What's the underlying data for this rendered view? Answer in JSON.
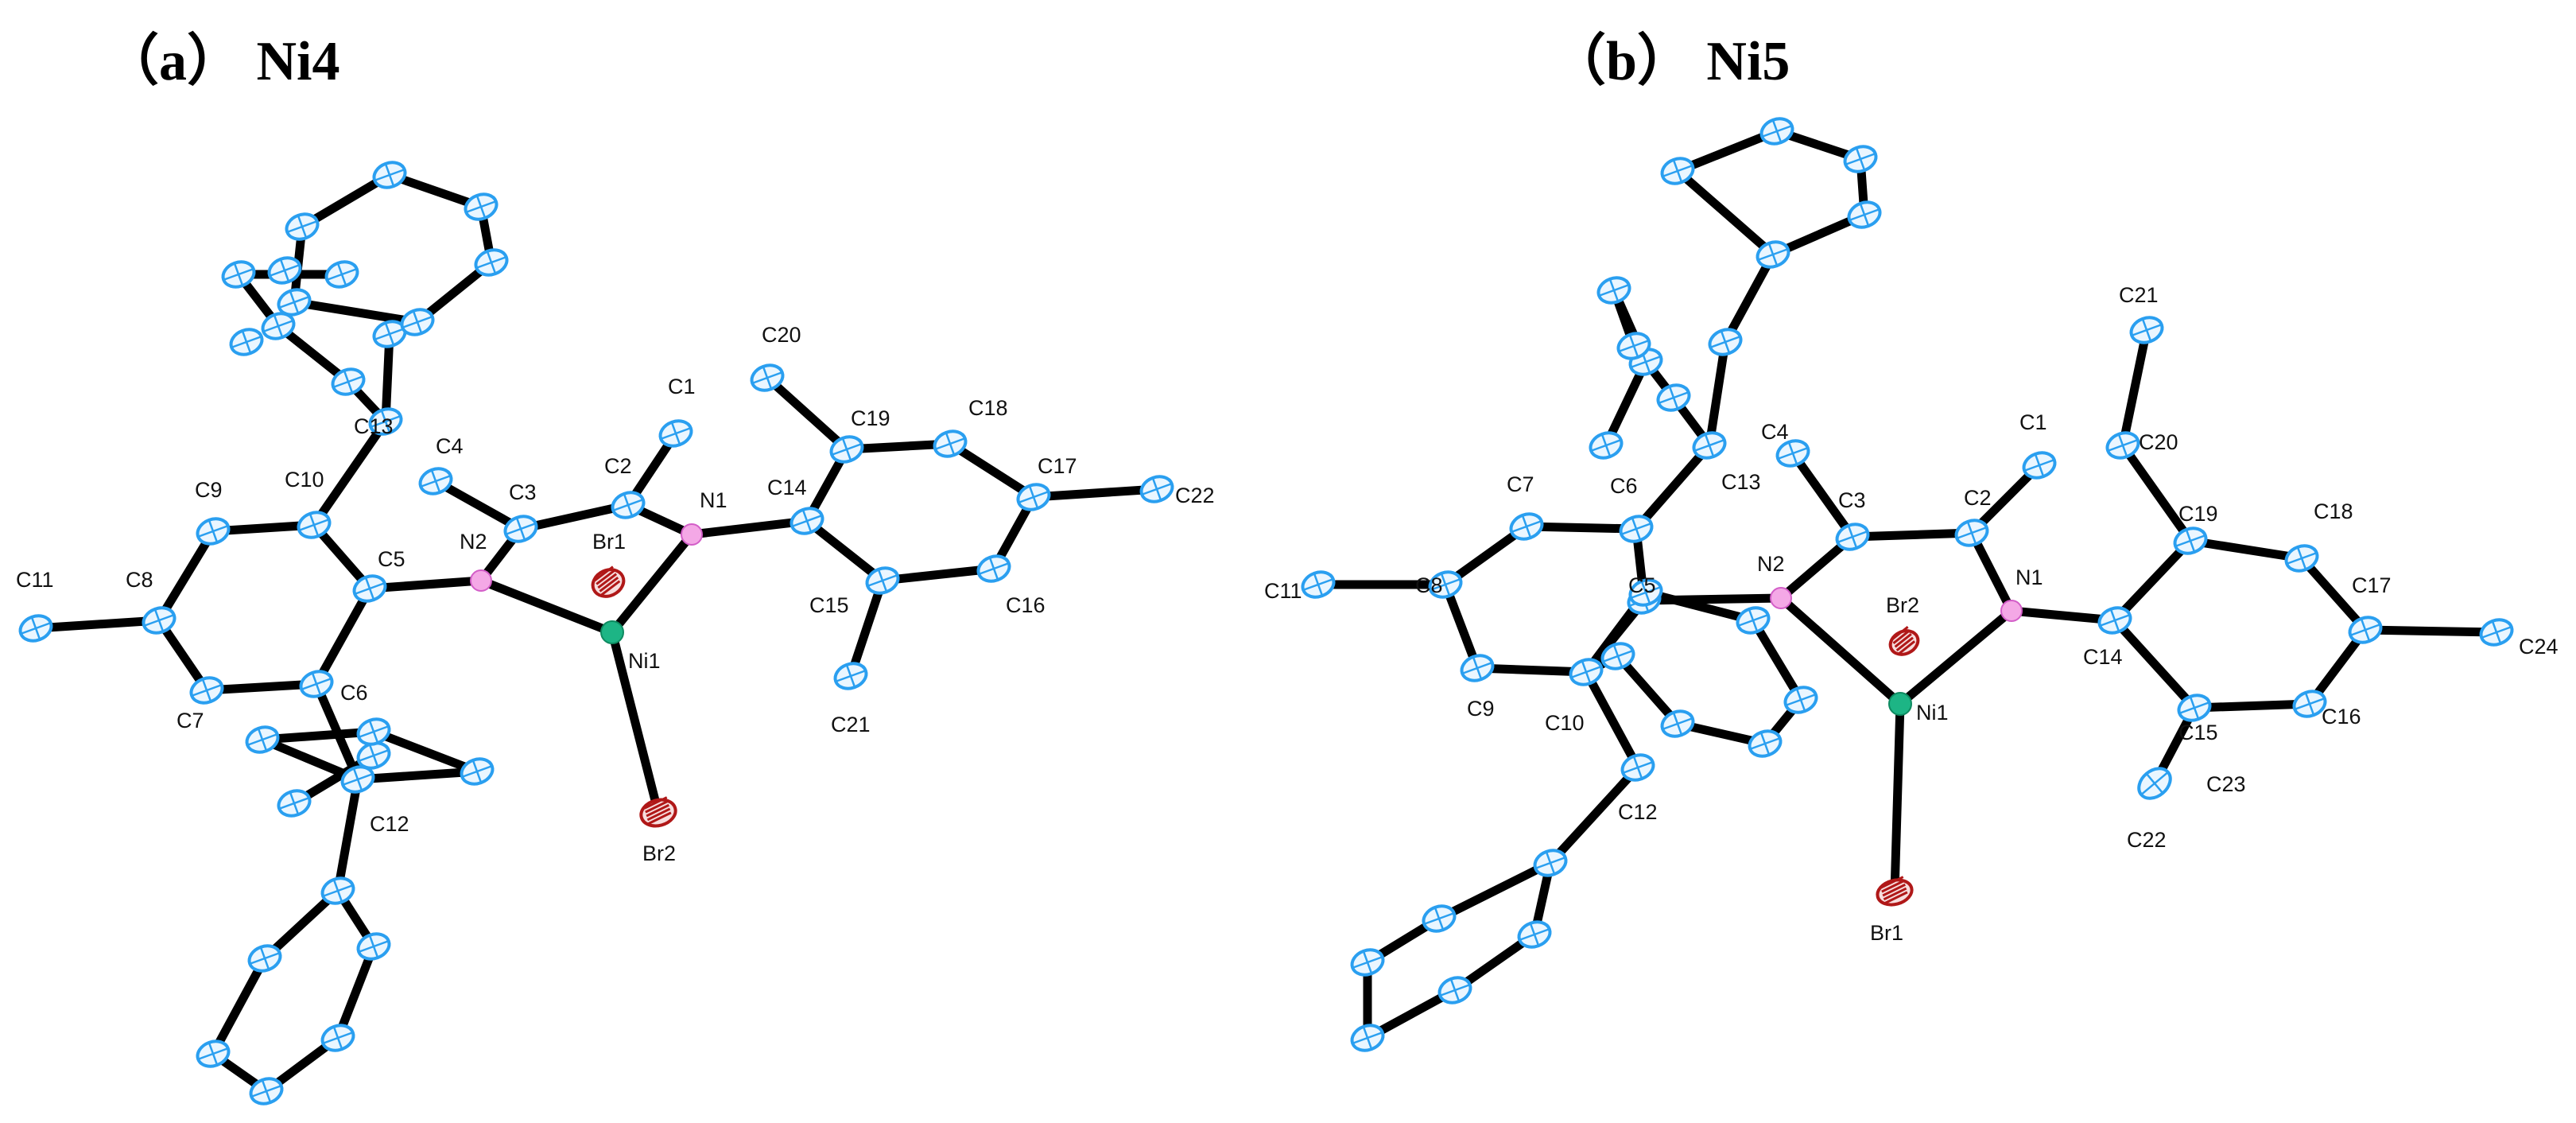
{
  "panels": [
    {
      "id": "a",
      "title": "（a） Ni4",
      "atom_labels": [
        "C1",
        "C2",
        "C3",
        "C4",
        "C5",
        "C6",
        "C7",
        "C8",
        "C9",
        "C10",
        "C11",
        "C12",
        "C13",
        "C14",
        "C15",
        "C16",
        "C17",
        "C18",
        "C19",
        "C20",
        "C21",
        "C22",
        "N1",
        "N2",
        "Ni1",
        "Br1",
        "Br2"
      ]
    },
    {
      "id": "b",
      "title": "（b） Ni5",
      "atom_labels": [
        "C1",
        "C2",
        "C3",
        "C4",
        "C5",
        "C6",
        "C7",
        "C8",
        "C9",
        "C10",
        "C11",
        "C12",
        "C13",
        "C14",
        "C15",
        "C16",
        "C17",
        "C18",
        "C19",
        "C20",
        "C21",
        "C22",
        "C23",
        "C24",
        "N1",
        "N2",
        "Ni1",
        "Br1",
        "Br2"
      ]
    }
  ],
  "colors": {
    "carbon": "#2a9ff0",
    "nitrogen": "#f4a8e6",
    "nickel": "#1db585",
    "bromine": "#b01818",
    "bond": "#000000"
  }
}
